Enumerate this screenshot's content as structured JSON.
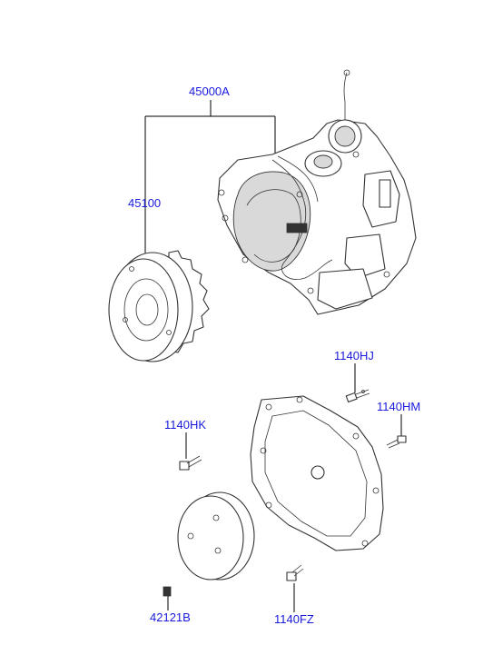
{
  "diagram": {
    "label_color": "#1a1adc",
    "line_color": "#000000",
    "callouts": [
      {
        "id": "45000A",
        "text": "45000A"
      },
      {
        "id": "45100",
        "text": "45100"
      },
      {
        "id": "1140HJ",
        "text": "1140HJ"
      },
      {
        "id": "1140HM",
        "text": "1140HM"
      },
      {
        "id": "1140HK",
        "text": "1140HK"
      },
      {
        "id": "42121B",
        "text": "42121B"
      },
      {
        "id": "1140FZ",
        "text": "1140FZ"
      }
    ]
  }
}
